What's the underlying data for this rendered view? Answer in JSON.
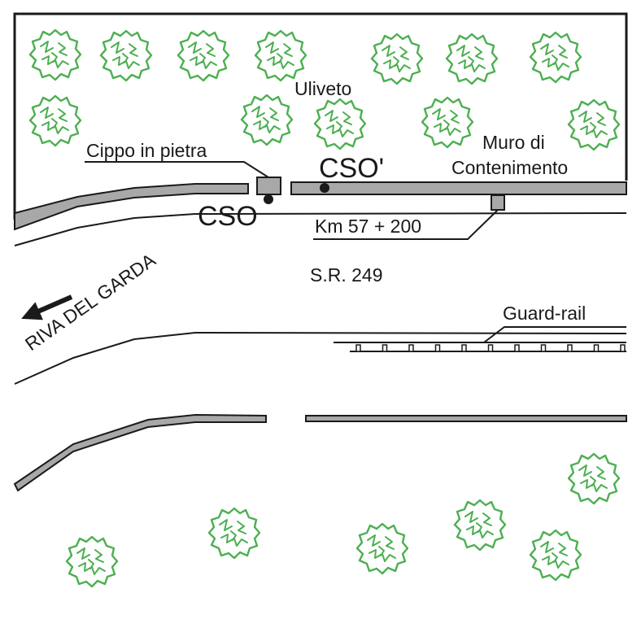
{
  "labels": {
    "orchard": "Uliveto",
    "stone_marker": "Cippo in pietra",
    "point_cso_prime": "CSO'",
    "point_cso": "CSO",
    "retaining_wall_line1": "Muro di",
    "retaining_wall_line2": "Contenimento",
    "kilometer": "Km 57 + 200",
    "road_name": "S.R. 249",
    "direction": "RIVA DEL GARDA",
    "guard_rail": "Guard-rail"
  },
  "colors": {
    "tree_outline": "#4caf50",
    "wall_fill": "#a8a8a8",
    "line": "#1a1a1a"
  },
  "icons": {
    "direction_arrow": "arrow-left-icon",
    "tree": "tree-icon"
  }
}
